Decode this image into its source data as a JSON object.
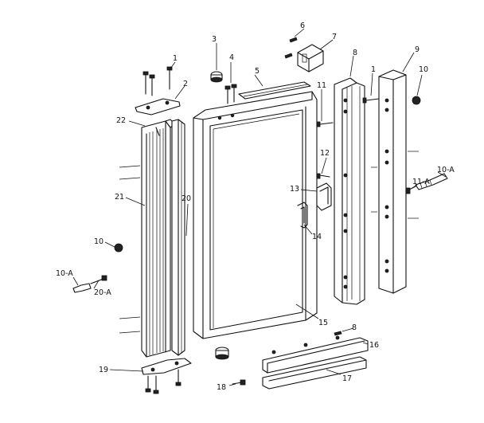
{
  "diagram": {
    "labels": {
      "l1_a": "1",
      "l2": "2",
      "l3": "3",
      "l4": "4",
      "l5": "5",
      "l6": "6",
      "l7": "7",
      "l8_top": "8",
      "l9": "9",
      "l10_right": "10",
      "l1_b": "1",
      "l11": "11",
      "l10a_right": "10-A",
      "l11a": "11-A",
      "l12": "12",
      "l13": "13",
      "l14": "14",
      "l15": "15",
      "l16": "16",
      "l17": "17",
      "l8_bottom": "8",
      "l18": "18",
      "l19": "19",
      "l20": "20",
      "l21": "21",
      "l22": "22",
      "l10_left": "10",
      "l10a_left": "10-A",
      "l20a": "20-A"
    }
  }
}
